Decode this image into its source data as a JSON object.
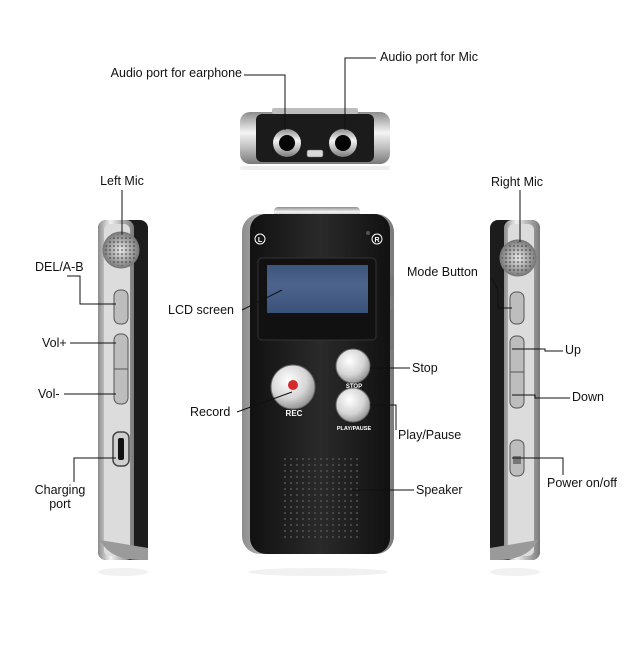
{
  "labels": {
    "audio_port_earphone": "Audio port for earphone",
    "audio_port_mic": "Audio port for Mic",
    "left_mic": "Left Mic",
    "right_mic": "Right Mic",
    "del_ab": "DEL/A-B",
    "vol_plus": "Vol+",
    "vol_minus": "Vol-",
    "charging_port_line1": "Charging",
    "charging_port_line2": "port",
    "lcd_screen": "LCD screen",
    "record": "Record",
    "stop": "Stop",
    "play_pause": "Play/Pause",
    "speaker": "Speaker",
    "mode_button": "Mode Button",
    "up": "Up",
    "down": "Down",
    "power": "Power on/off"
  },
  "device_text": {
    "left_channel": "L",
    "right_channel": "R",
    "rec": "REC",
    "stop": "STOP",
    "play_pause": "PLAY/PAUSE"
  },
  "colors": {
    "body_black": "#1b1b1b",
    "chrome": "#c9c9c9",
    "record_dot": "#d42a2a",
    "lcd": "#2f4a7a"
  }
}
